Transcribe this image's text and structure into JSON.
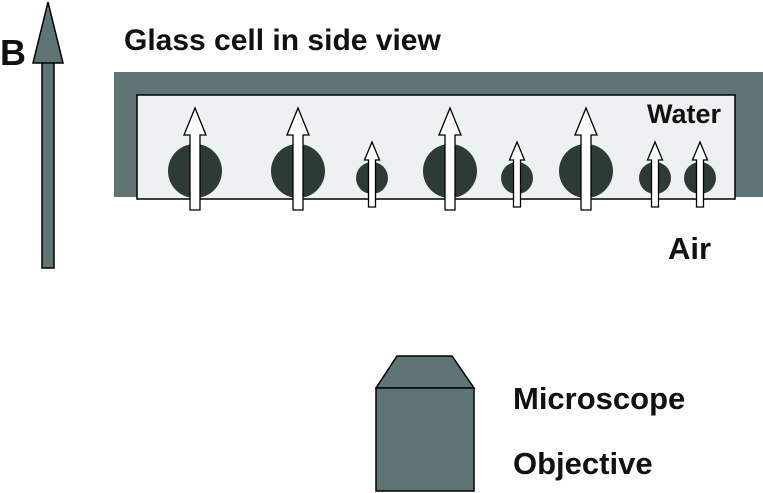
{
  "labels": {
    "field": "B",
    "title": "Glass cell in side view",
    "water": "Water",
    "air": "Air",
    "microscope": "Microscope",
    "objective": "Objective"
  },
  "colors": {
    "glass": "#5f7474",
    "water": "#eef1f2",
    "particle": "#2e3a36",
    "arrow_fill": "#ffffff",
    "outline": "#000000"
  },
  "particles": [
    {
      "size": "large"
    },
    {
      "size": "large"
    },
    {
      "size": "small"
    },
    {
      "size": "large"
    },
    {
      "size": "small"
    },
    {
      "size": "large"
    },
    {
      "size": "small"
    },
    {
      "size": "small"
    }
  ]
}
